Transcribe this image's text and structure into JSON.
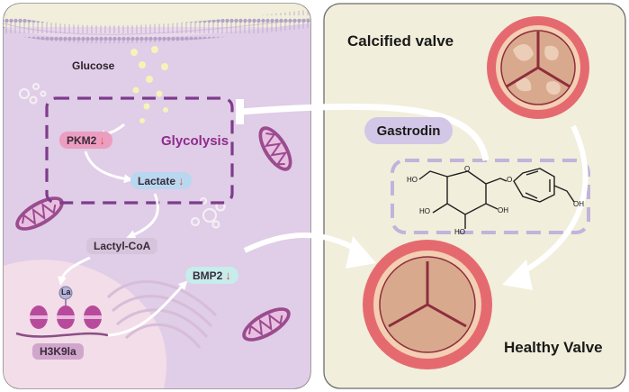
{
  "labels": {
    "glucose": "Glucose",
    "pkm2": "PKM2",
    "glycolysis": "Glycolysis",
    "lactate": "Lactate",
    "lactyl_coa": "Lactyl-CoA",
    "bmp2": "BMP2",
    "la": "La",
    "h3k9la": "H3K9la",
    "calcified_valve": "Calcified valve",
    "gastrodin": "Gastrodin",
    "healthy_valve": "Healthy Valve",
    "oh_top_left": "HO",
    "oh_left": "HO",
    "oh_bottom_left": "HO",
    "oh_bottom": "OH",
    "oh_right": "OH",
    "o_ring": "O",
    "o_link": "O",
    "oh_tail": "OH",
    "down_arrow": "↓"
  },
  "colors": {
    "cell_bg": "#e4d8ec",
    "cell_inner": "#ddc9e3",
    "nucleus": "#f0dbe6",
    "right_panel": "#f1eedb",
    "membrane": "#b9a8cc",
    "dash_purple": "#7d3c8c",
    "gastrodin_dash": "#c1b3db",
    "valve_outer": "#e56a70",
    "valve_rim": "#f2c9ad",
    "valve_inner": "#d9ab93",
    "valve_line": "#8e2d3c",
    "pkm2_fill": "#ec9ec0",
    "lactate_fill": "#b9d8f0",
    "bmp2_fill": "#c6ecec",
    "lactyl_fill": "#d8c8e0",
    "h3k9la_fill": "#d0a6cc",
    "glycolysis_text": "#8d2c8c",
    "down_arrow": "#e0532b",
    "arrow_white": "#ffffff"
  }
}
